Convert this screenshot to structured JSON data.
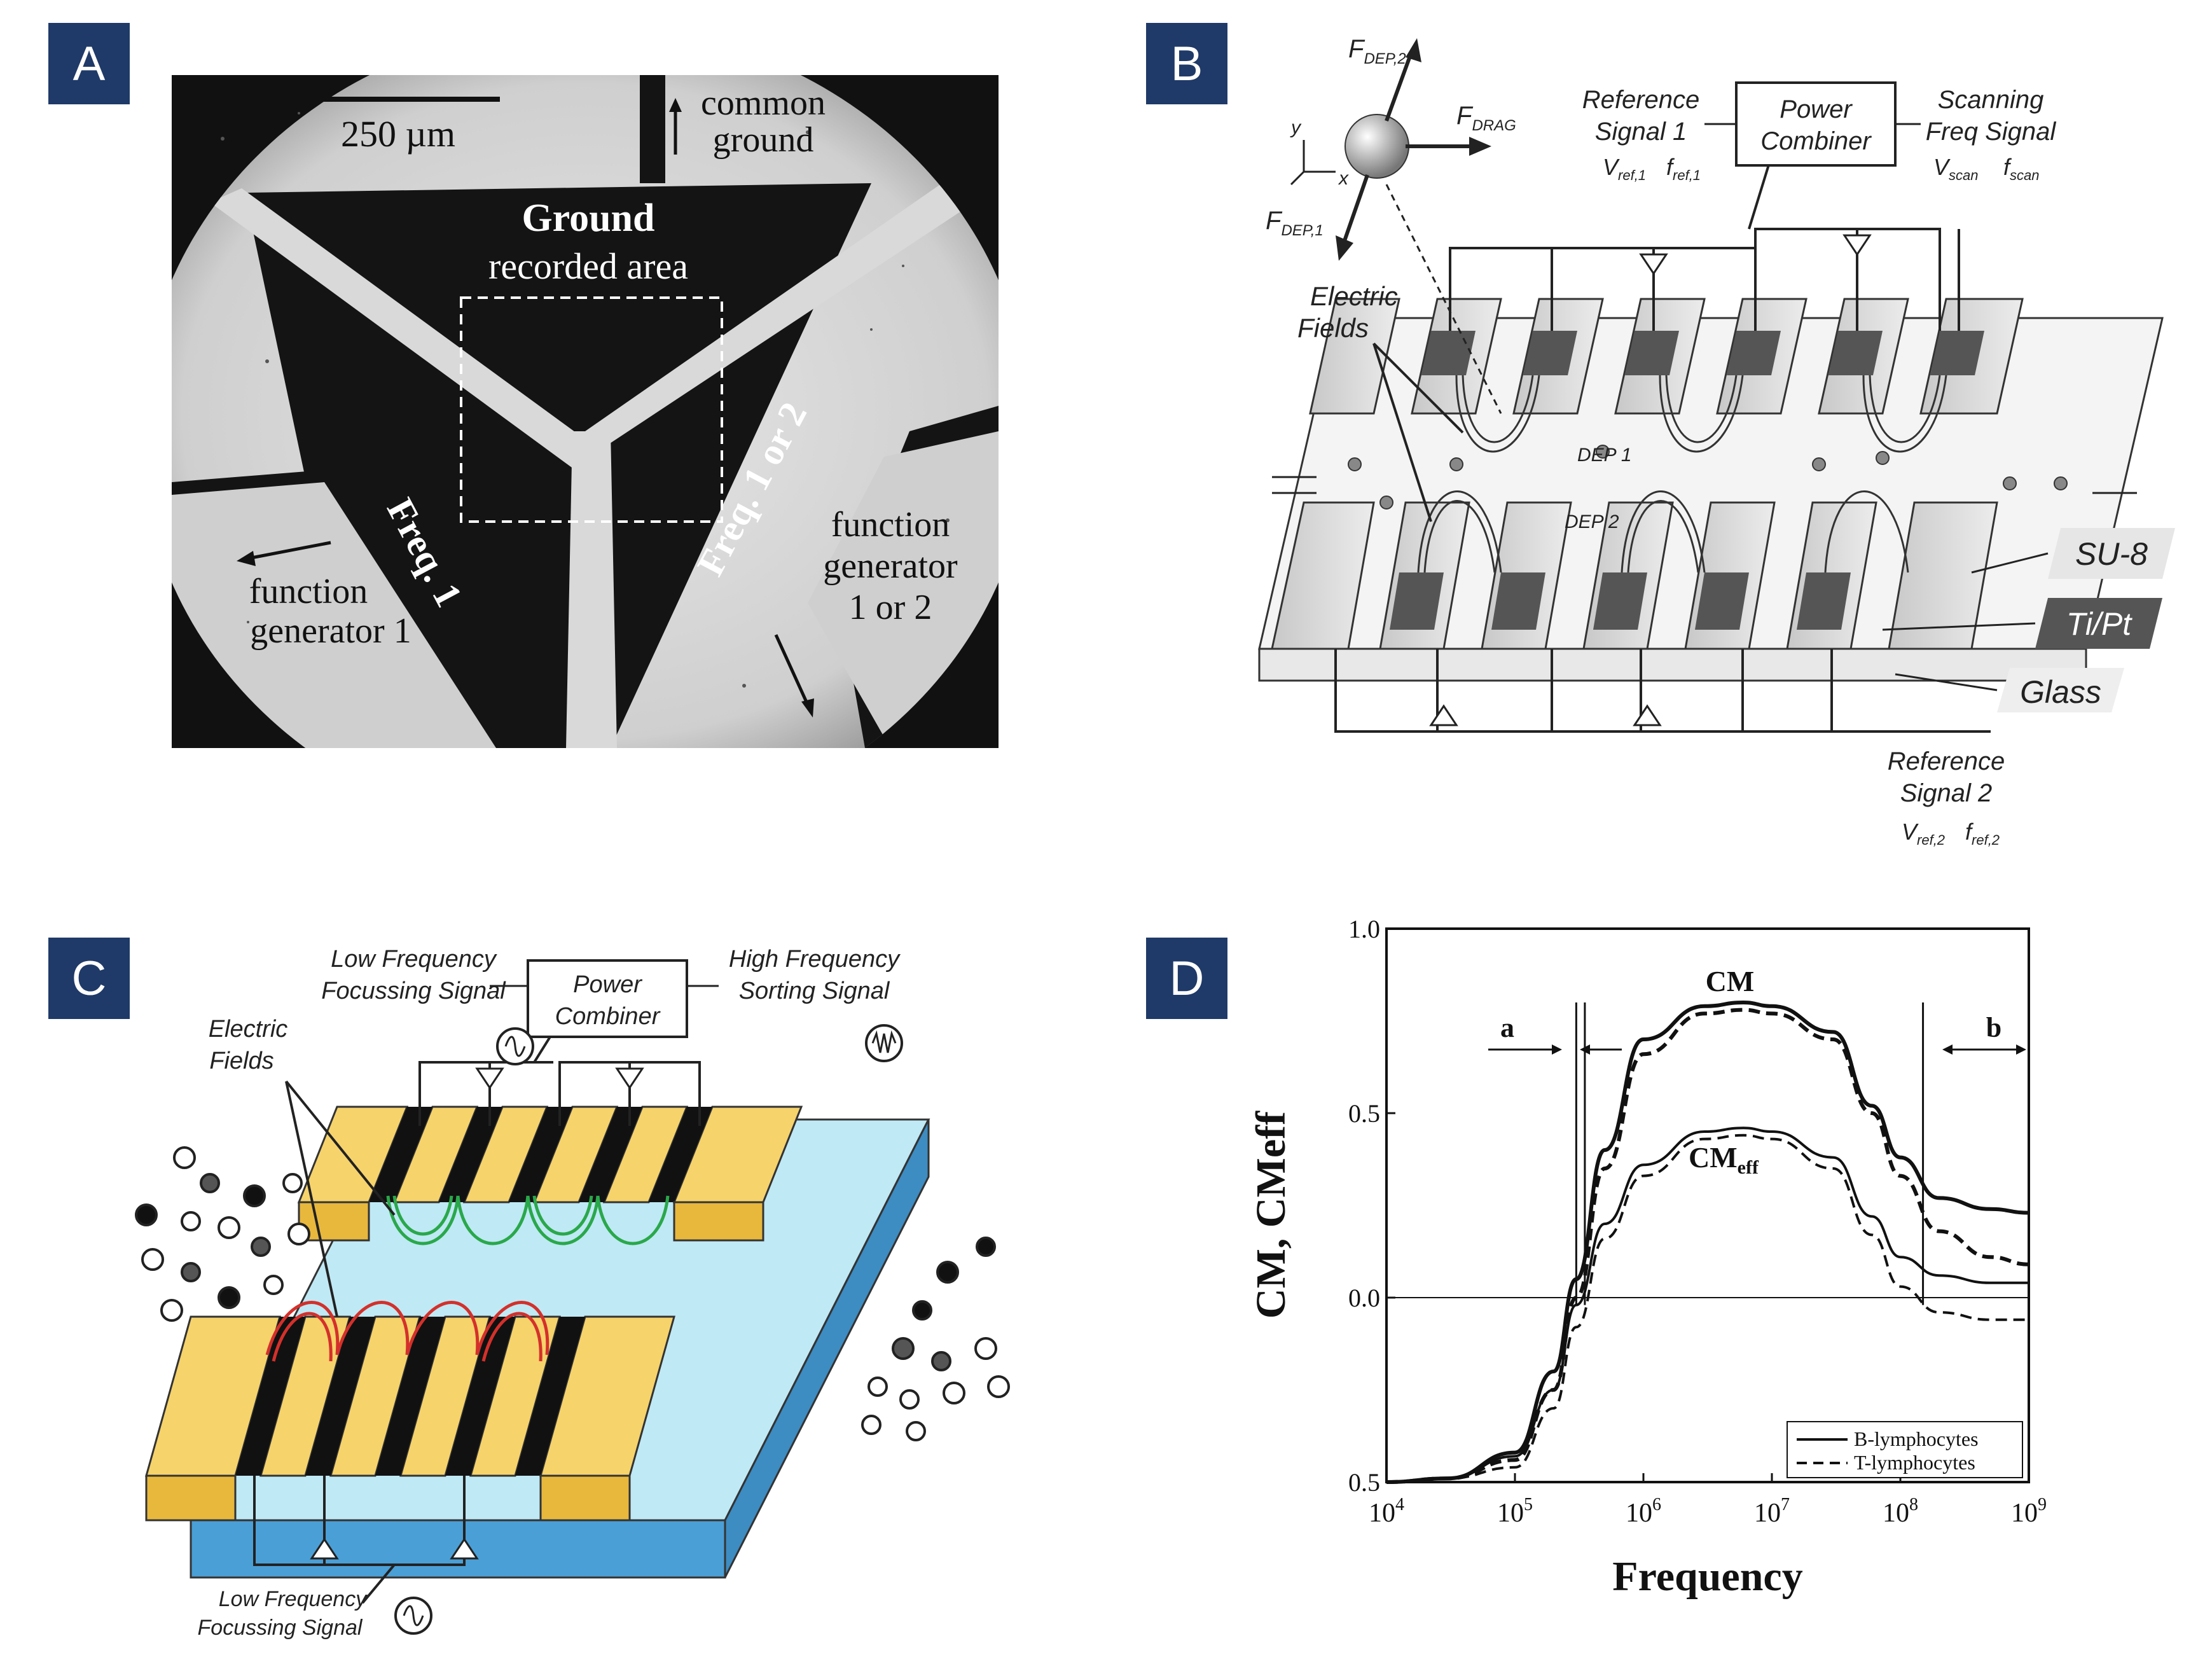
{
  "panels": {
    "a": {
      "badge": "A",
      "scale_bar": "250 µm",
      "common_ground": [
        "common",
        "ground"
      ],
      "ground": "Ground",
      "recorded_area": "recorded area",
      "freq1": "Freq. 1",
      "freq12": "Freq. 1 or 2",
      "fg1": [
        "function",
        "generator 1"
      ],
      "fg12": [
        "function",
        "generator",
        "1 or 2"
      ]
    },
    "b": {
      "badge": "B",
      "f_dep2": "F",
      "f_dep2_sub": "DEP,2",
      "f_drag": "F",
      "f_drag_sub": "DRAG",
      "f_dep1": "F",
      "f_dep1_sub": "DEP,1",
      "axis_y": "y",
      "axis_x": "x",
      "ref1": [
        "Reference",
        "Signal 1"
      ],
      "vref1": "V",
      "vref1_sub": "ref,1",
      "fref1": "f",
      "fref1_sub": "ref,1",
      "power_combiner": [
        "Power",
        "Combiner"
      ],
      "scan": [
        "Scanning",
        "Freq Signal"
      ],
      "vscan": "V",
      "vscan_sub": "scan",
      "fscan": "f",
      "fscan_sub": "scan",
      "electric_fields": [
        "Electric",
        "Fields"
      ],
      "dep1": "DEP 1",
      "dep2": "DEP 2",
      "su8": "SU-8",
      "tipt": "Ti/Pt",
      "glass": "Glass",
      "ref2": [
        "Reference",
        "Signal 2"
      ],
      "vref2": "V",
      "vref2_sub": "ref,2",
      "fref2": "f",
      "fref2_sub": "ref,2"
    },
    "c": {
      "badge": "C",
      "low_focus": [
        "Low Frequency",
        "Focussing Signal"
      ],
      "power_combiner": [
        "Power",
        "Combiner"
      ],
      "high_sort": [
        "High Frequency",
        "Sorting Signal"
      ],
      "electric_fields": [
        "Electric",
        "Fields"
      ],
      "bottom_low_focus": [
        "Low Frequency",
        "Focussing Signal"
      ]
    },
    "d": {
      "badge": "D",
      "ylabel": "CM, CMeff",
      "xlabel": "Frequency",
      "cm_label": "CM",
      "cmeff_label": "CM",
      "cmeff_sub": "eff",
      "marker_a": "a",
      "marker_b": "b",
      "legend": [
        "B-lymphocytes",
        "T-lymphocytes"
      ],
      "y_ticks": [
        "1.0",
        "0.5",
        "0.0",
        "0.5"
      ],
      "x_ticks": [
        {
          "base": "10",
          "exp": "4"
        },
        {
          "base": "10",
          "exp": "5"
        },
        {
          "base": "10",
          "exp": "6"
        },
        {
          "base": "10",
          "exp": "7"
        },
        {
          "base": "10",
          "exp": "8"
        },
        {
          "base": "10",
          "exp": "9"
        }
      ]
    }
  },
  "chart_data": {
    "type": "line",
    "title": "",
    "xlabel": "Frequency",
    "ylabel": "CM, CMeff",
    "x_scale": "log",
    "xlim": [
      10000,
      1000000000
    ],
    "ylim": [
      -0.5,
      1.0
    ],
    "x": [
      10000,
      30000,
      100000,
      200000,
      300000,
      500000,
      1000000,
      3000000,
      6000000,
      10000000,
      30000000,
      60000000,
      100000000,
      200000000,
      500000000,
      1000000000
    ],
    "series": [
      {
        "name": "B-lymphocytes",
        "curve": "CM",
        "values": [
          -0.5,
          -0.49,
          -0.42,
          -0.2,
          0.05,
          0.4,
          0.7,
          0.79,
          0.8,
          0.79,
          0.72,
          0.52,
          0.38,
          0.27,
          0.24,
          0.23
        ]
      },
      {
        "name": "T-lymphocytes",
        "curve": "CM",
        "values": [
          -0.5,
          -0.49,
          -0.44,
          -0.25,
          0.0,
          0.35,
          0.66,
          0.77,
          0.78,
          0.77,
          0.7,
          0.5,
          0.33,
          0.18,
          0.11,
          0.09
        ]
      },
      {
        "name": "B-lymphocytes",
        "curve": "CMeff",
        "values": [
          -0.5,
          -0.49,
          -0.43,
          -0.25,
          -0.02,
          0.2,
          0.36,
          0.45,
          0.46,
          0.45,
          0.38,
          0.22,
          0.11,
          0.06,
          0.04,
          0.04
        ]
      },
      {
        "name": "T-lymphocytes",
        "curve": "CMeff",
        "values": [
          -0.5,
          -0.49,
          -0.46,
          -0.3,
          -0.08,
          0.16,
          0.33,
          0.43,
          0.44,
          0.43,
          0.35,
          0.17,
          0.03,
          -0.04,
          -0.06,
          -0.06
        ]
      }
    ],
    "vertical_markers": [
      300000,
      350000,
      150000000
    ],
    "legend_position": "bottom-right",
    "grid": false
  }
}
